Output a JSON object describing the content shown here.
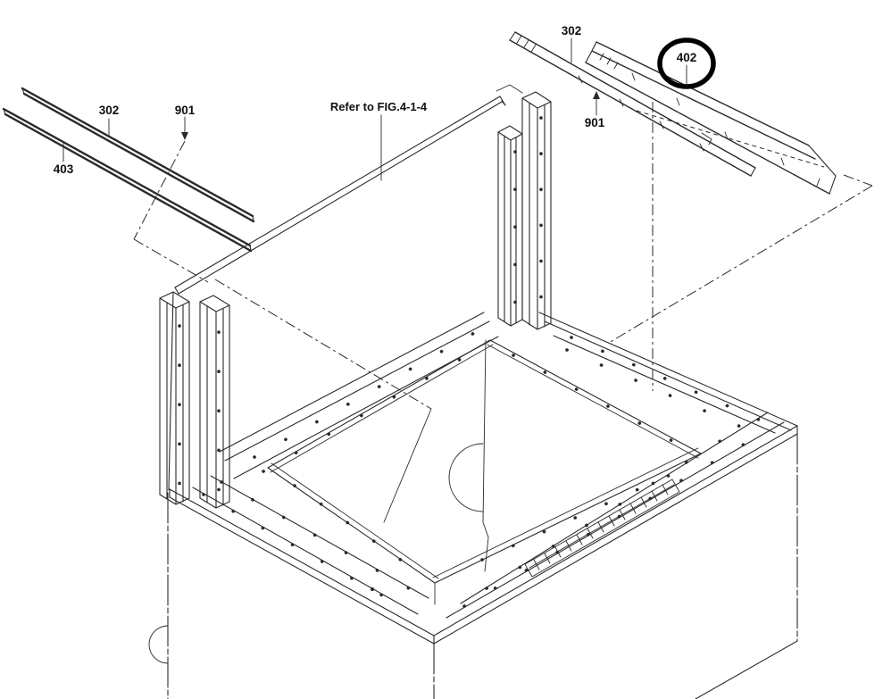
{
  "diagram": {
    "note": "Refer to FIG.4-1-4",
    "callouts": {
      "left": {
        "strip_upper": "302",
        "strip_lower": "403",
        "fastener": "901"
      },
      "right": {
        "strip_near": "302",
        "strip_far": "402",
        "fastener": "901"
      }
    },
    "highlighted_part": "402",
    "colors": {
      "line": "#2a2a2a",
      "label": "#101010",
      "highlight_ring": "#000000",
      "background": "#ffffff"
    }
  }
}
